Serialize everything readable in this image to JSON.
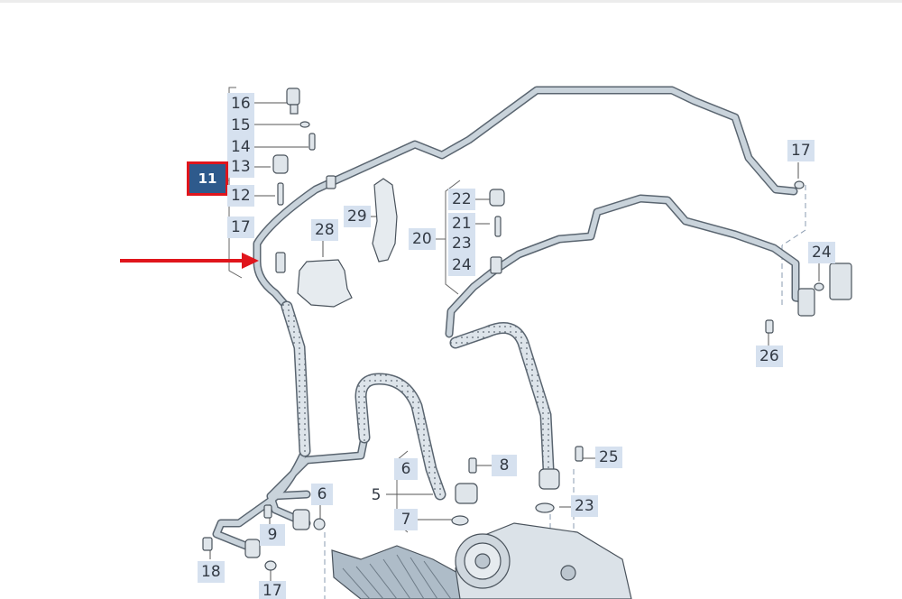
{
  "diagram": {
    "callouts": {
      "c16": "16",
      "c15": "15",
      "c14": "14",
      "c13": "13",
      "c12": "12",
      "c17a": "17",
      "c11": "11",
      "c28": "28",
      "c29": "29",
      "c22": "22",
      "c21": "21",
      "c20": "20",
      "c23a": "23",
      "c24a": "24",
      "c17b": "17",
      "c24b": "24",
      "c26": "26",
      "c25": "25",
      "c23b": "23",
      "c8": "8",
      "c6a": "6",
      "c5": "5",
      "c7": "7",
      "c6b": "6",
      "c9": "9",
      "c18": "18",
      "c17c": "17"
    },
    "selected_callout": "11",
    "colors": {
      "hose_outline": "#5a6570",
      "hose_fill": "#c9d3db",
      "callout_bg": "#d6e1ef",
      "selected_bg": "#2e5a8c",
      "highlight_border": "#e0151c",
      "arrow": "#e0151c"
    }
  }
}
